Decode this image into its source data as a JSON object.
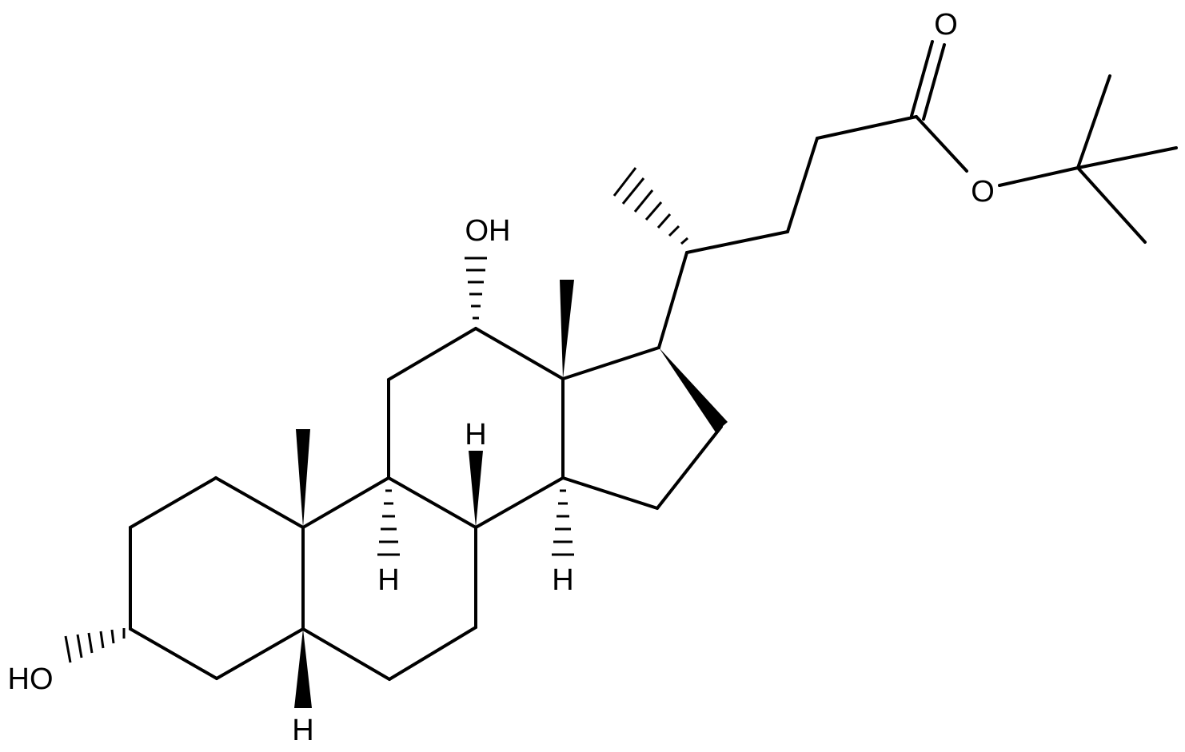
{
  "molecule": {
    "atom_labels": {
      "oh_3": "HO",
      "oh_12": "OH",
      "ester_o_single": "O",
      "ester_o_double": "O",
      "h_5": "H",
      "h_8": "H",
      "h_9": "H",
      "h_14": "H"
    },
    "colors": {
      "bond": "#000000",
      "label": "#000000",
      "background": "#ffffff"
    }
  }
}
